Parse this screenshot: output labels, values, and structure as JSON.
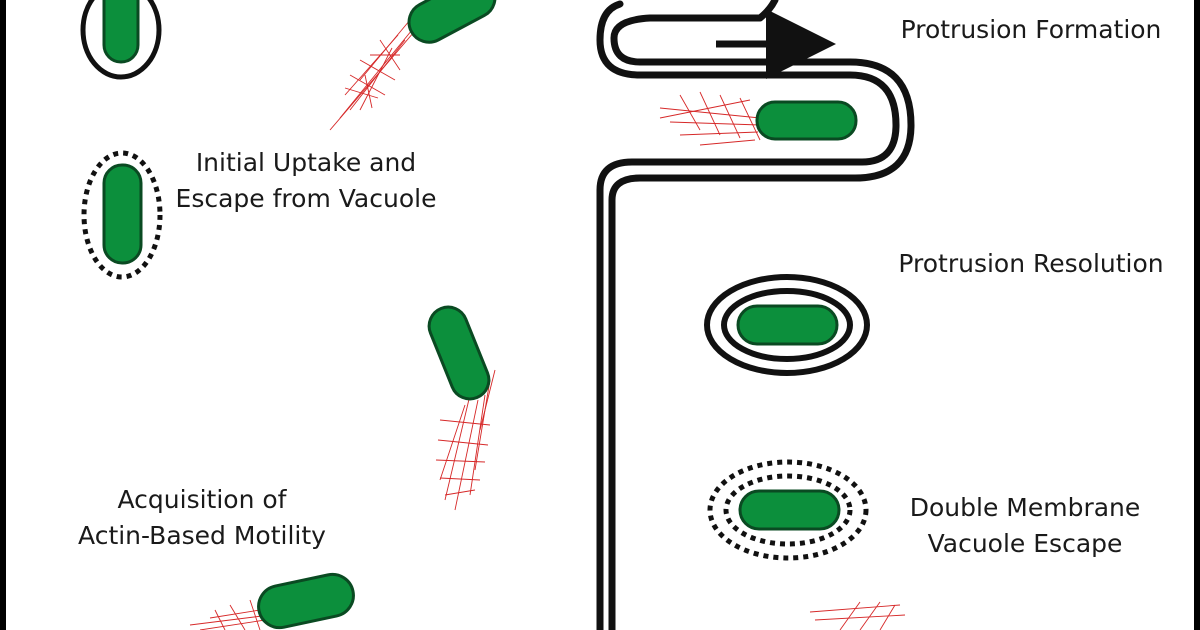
{
  "labels": {
    "initial_uptake": [
      "Initial Uptake and",
      "Escape from Vacuole"
    ],
    "actin_motility": [
      "Acquisition of",
      "Actin-Based Motility"
    ],
    "protrusion_formation": "Protrusion Formation",
    "protrusion_resolution": "Protrusion Resolution",
    "double_membrane": [
      "Double Membrane",
      "Vacuole Escape"
    ]
  },
  "colors": {
    "bacterium_fill": "#0c8f3c",
    "bacterium_outline": "#0a4a22",
    "membrane": "#111111",
    "actin": "#d62828",
    "background": "#ffffff"
  }
}
